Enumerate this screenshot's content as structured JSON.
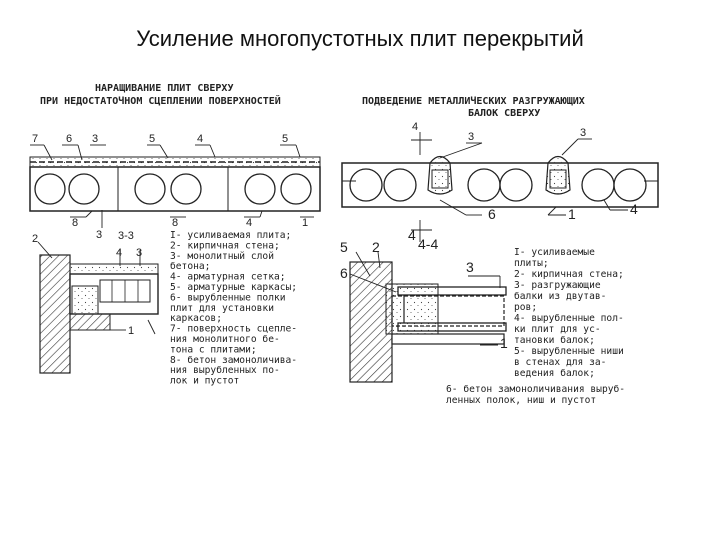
{
  "title": "Усиление многопустотных плит перекрытий",
  "left": {
    "header_line1": "НАРАЩИВАНИЕ ПЛИТ СВЕРХУ",
    "header_line2": "ПРИ НЕДОСТАТОЧНОМ СЦЕПЛЕНИИ ПОВЕРХНОСТЕЙ",
    "top_numbers": [
      "7",
      "6",
      "3",
      "5",
      "4",
      "5"
    ],
    "bottom_numbers": [
      "8",
      "3",
      "8",
      "4",
      "1"
    ],
    "section_label": "3-3",
    "section_numbers": [
      "2",
      "4",
      "3",
      "1"
    ],
    "legend": [
      "I- усиливаемая плита;",
      "2- кирпичная стена;",
      "3- монолитный слой",
      "   бетона;",
      "4- арматурная сетка;",
      "5- арматурные каркасы;",
      "6- вырубленные полки",
      "   плит для установки",
      "   каркасов;",
      "7- поверхность сцепле-",
      "   ния монолитного бе-",
      "   тона с плитами;",
      "8- бетон замоноличива-",
      "   ния вырубленных по-",
      "   лок и пустот"
    ]
  },
  "right": {
    "header_line1": "ПОДВЕДЕНИЕ МЕТАЛЛИЧЕСКИХ РАЗГРУЖАЮЩИХ",
    "header_line2": "БАЛОК СВЕРХУ",
    "top_numbers": [
      "4",
      "3",
      "3"
    ],
    "bottom_numbers": [
      "6",
      "1",
      "4",
      "4"
    ],
    "section_label": "4-4",
    "section_numbers": [
      "5",
      "2",
      "6",
      "3",
      "1"
    ],
    "legend": [
      "I- усиливаемые",
      "   плиты;",
      "2- кирпичная стена;",
      "3- разгружающие",
      "   балки из двутав-",
      "   ров;",
      "4- вырубленные пол-",
      "   ки плит для ус-",
      "   тановки балок;",
      "5- вырубленные ниши",
      "   в стенах для за-",
      "   ведения балок;"
    ],
    "legend_wide": [
      "6- бетон замоноличивания выруб-",
      "   ленных полок, ниш и пустот"
    ]
  }
}
